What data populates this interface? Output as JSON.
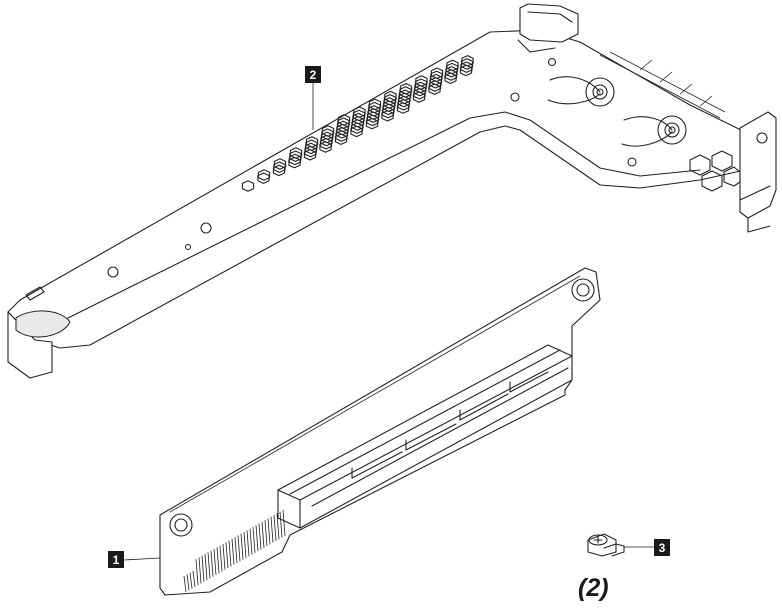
{
  "callouts": [
    {
      "id": "riser-card",
      "label": "1"
    },
    {
      "id": "riser-bracket",
      "label": "2"
    },
    {
      "id": "screw",
      "label": "3"
    }
  ],
  "quantity_label": "(2)",
  "colors": {
    "line": "#222222",
    "callout_fill": "#1a1a1a",
    "callout_text": "#ffffff",
    "background": "#ffffff"
  }
}
